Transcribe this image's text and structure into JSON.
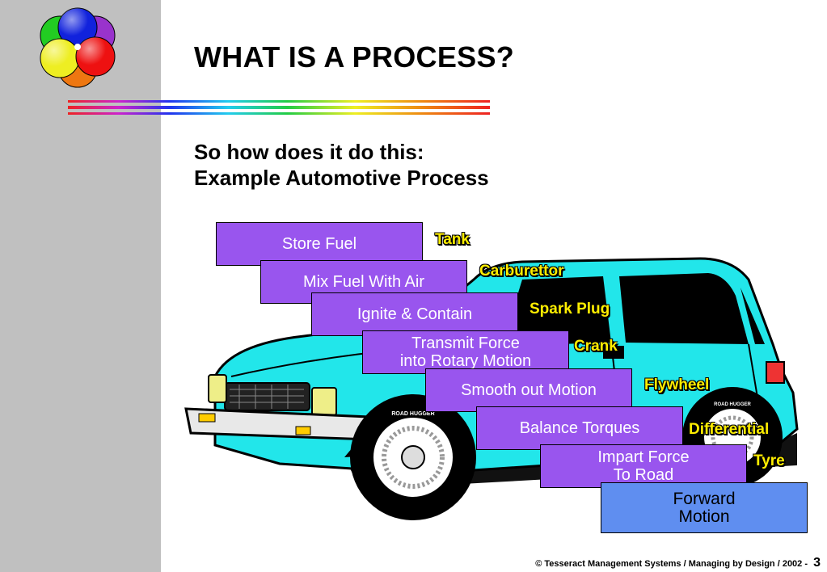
{
  "title": "WHAT IS A PROCESS?",
  "subtitle": {
    "line1": "So how does it do this:",
    "line2": "Example Automotive Process"
  },
  "steps": [
    {
      "label": "Store Fuel"
    },
    {
      "label": "Mix Fuel With Air"
    },
    {
      "label": "Ignite & Contain"
    },
    {
      "label_line1": "Transmit Force",
      "label_line2": "into Rotary Motion"
    },
    {
      "label": "Smooth out Motion"
    },
    {
      "label": "Balance Torques"
    },
    {
      "label_line1": "Impart Force",
      "label_line2": "To Road"
    },
    {
      "label_line1": "Forward",
      "label_line2": "Motion"
    }
  ],
  "components": [
    "Tank",
    "Carburettor",
    "Spark Plug",
    "Crank",
    "Flywheel",
    "Differential",
    "Tyre"
  ],
  "car": {
    "tyre_brand": "ROAD HUGGER"
  },
  "footer": {
    "copyright": "© Tesseract Management Systems / Managing by Design / 2002",
    "separator": "-",
    "page_number": "3"
  },
  "colors": {
    "sidebar": "#c0c0c0",
    "step_box": "#9955ee",
    "final_box": "#5f8ef0",
    "car_body": "#22e6ea",
    "component_label": "#ffee00"
  },
  "icons": [
    "color-spheres-logo-icon",
    "rainbow-divider",
    "car-illustration-icon"
  ]
}
